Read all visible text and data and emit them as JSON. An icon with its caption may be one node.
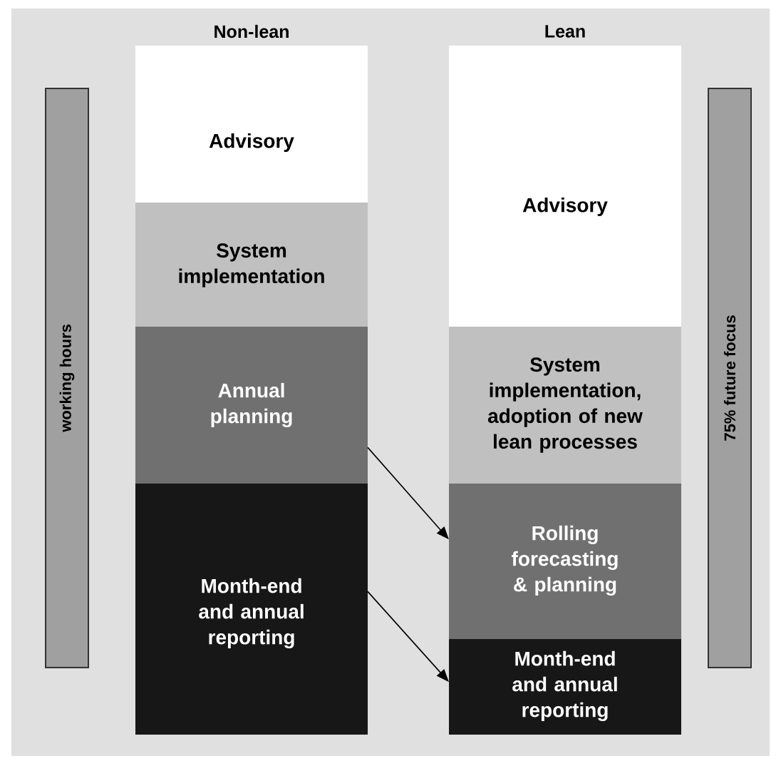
{
  "diagram": {
    "nodes": [
      {
        "text": [
          "Advisory"
        ],
        "beside": [
          "Non-lean"
        ]
      },
      {
        "text": [
          "System implementation"
        ]
      },
      {
        "text": [
          "Annual planning"
        ]
      },
      {
        "text": [
          "Month-end and annual reporting"
        ]
      },
      {
        "text": [
          "Advisory"
        ],
        "beside": [
          "Lean"
        ]
      },
      {
        "text": [
          "System implementation, adoption of new lean processes"
        ]
      },
      {
        "text": [
          "Rolling forecasting & planning"
        ]
      },
      {
        "text": [
          "Month-end and annual reporting"
        ]
      },
      {
        "text": [
          "working hours"
        ]
      },
      {
        "text": [
          "75% future focus"
        ]
      }
    ],
    "edges": [
      {
        "from": 2,
        "to": 6,
        "arrow": "to"
      },
      {
        "from": 3,
        "to": 7,
        "arrow": "to"
      }
    ]
  }
}
